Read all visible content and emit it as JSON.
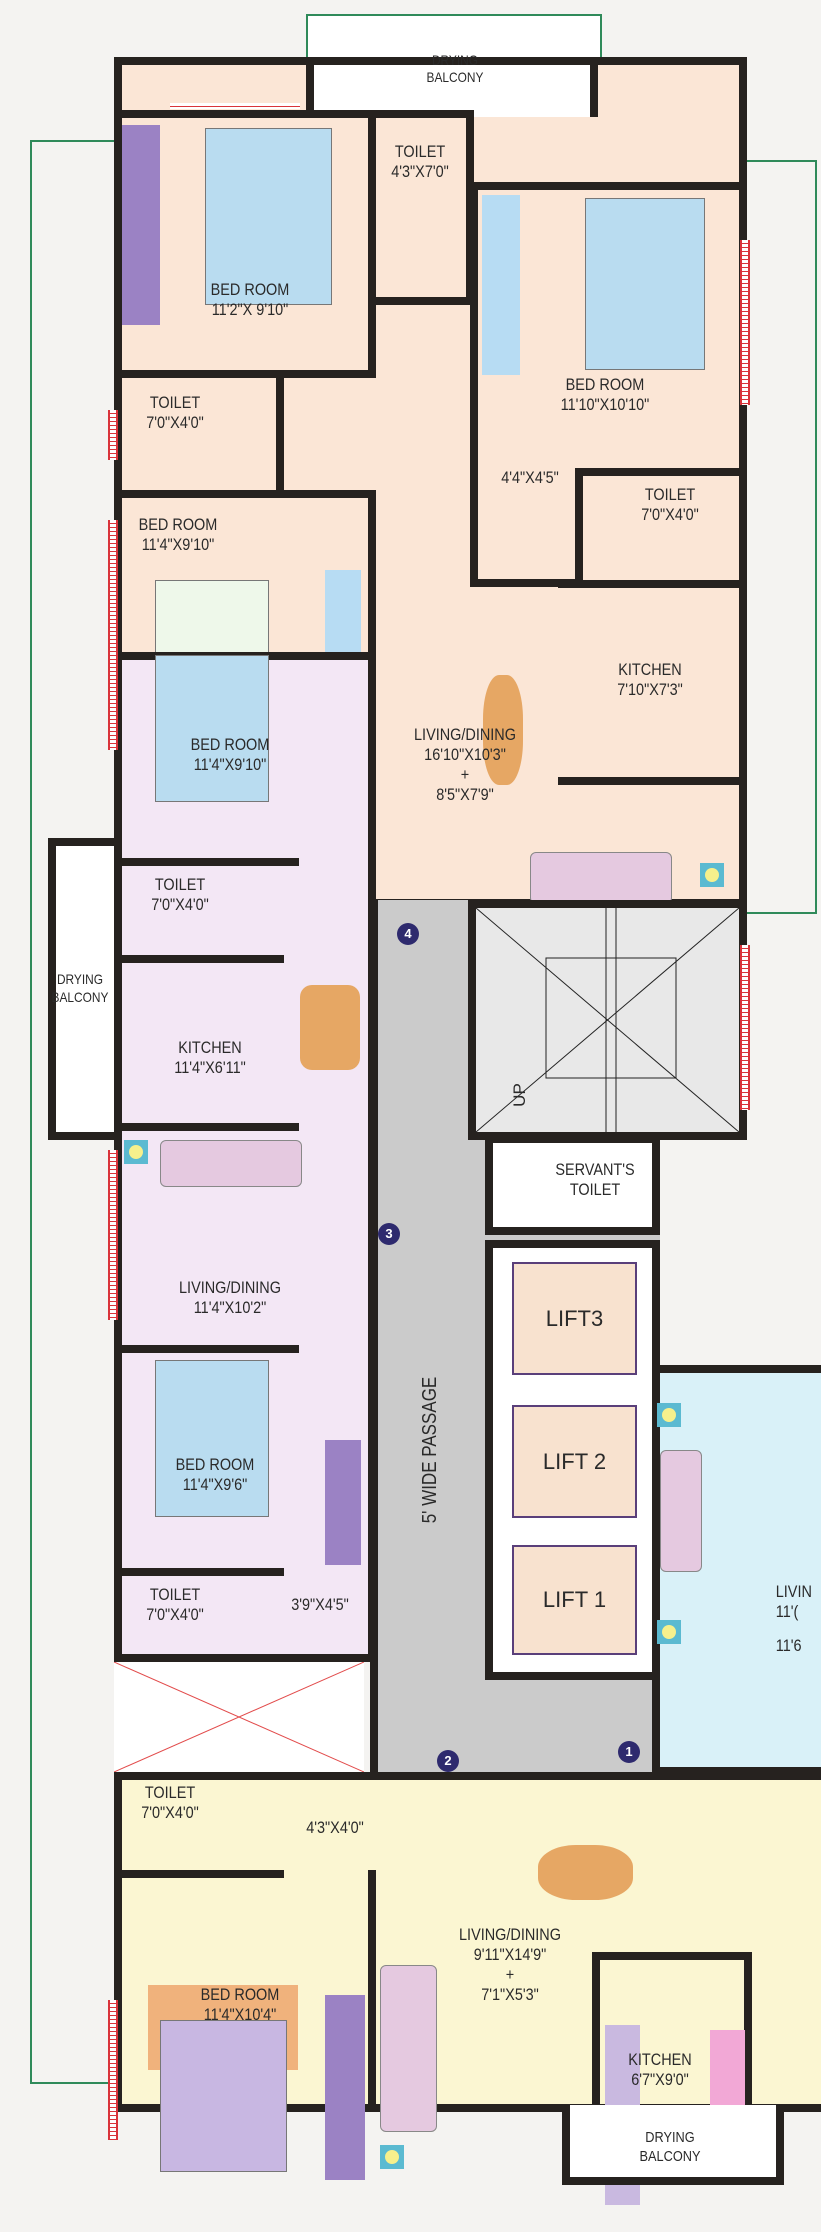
{
  "top_balcony": {
    "line1": "DRYING",
    "line2": "BALCONY"
  },
  "unit_top": {
    "bedroom_1": {
      "name": "BED ROOM",
      "size": "11'2\"X 9'10\""
    },
    "toilet_1": {
      "name": "TOILET",
      "size": "4'3\"X7'0\""
    },
    "toilet_2": {
      "name": "TOILET",
      "size": "7'0\"X4'0\""
    },
    "bedroom_2": {
      "name": "BED ROOM",
      "size": "11'4\"X9'10\""
    },
    "bedroom_3": {
      "name": "BED ROOM",
      "size": "11'10\"X10'10\""
    },
    "lobby": {
      "size": "4'4\"X4'5\""
    },
    "toilet_3": {
      "name": "TOILET",
      "size": "7'0\"X4'0\""
    },
    "kitchen": {
      "name": "KITCHEN",
      "size": "7'10\"X7'3\""
    },
    "living": {
      "name": "LIVING/DINING",
      "size": "16'10\"X10'3\"",
      "plus": "+",
      "size2": "8'5\"X7'9\""
    }
  },
  "unit_left": {
    "bedroom_1": {
      "name": "BED ROOM",
      "size": "11'4\"X9'10\""
    },
    "toilet_1": {
      "name": "TOILET",
      "size": "7'0\"X4'0\""
    },
    "balcony": {
      "line1": "DRYING",
      "line2": "BALCONY"
    },
    "kitchen": {
      "name": "KITCHEN",
      "size": "11'4\"X6'11\""
    },
    "living": {
      "name": "LIVING/DINING",
      "size": "11'4\"X10'2\""
    },
    "bedroom_2": {
      "name": "BED ROOM",
      "size": "11'4\"X9'6\""
    },
    "toilet_2": {
      "name": "TOILET",
      "size": "7'0\"X4'0\""
    },
    "lobby": {
      "size": "3'9\"X4'5\""
    }
  },
  "core": {
    "passage": "5' WIDE PASSAGE",
    "stair_up": "UP",
    "servant_toilet": {
      "line1": "SERVANT'S",
      "line2": "TOILET"
    },
    "lifts": [
      "LIFT3",
      "LIFT 2",
      "LIFT 1"
    ],
    "unit_numbers": [
      "1",
      "2",
      "3",
      "4"
    ]
  },
  "unit_right_partial": {
    "name": "LIVIN",
    "size": "11'(",
    "size2": "11'6"
  },
  "unit_bottom": {
    "toilet": {
      "name": "TOILET",
      "size": "7'0\"X4'0\""
    },
    "lobby": {
      "size": "4'3\"X4'0\""
    },
    "bedroom": {
      "name": "BED ROOM",
      "size": "11'4\"X10'4\""
    },
    "living": {
      "name": "LIVING/DINING",
      "size": "9'11\"X14'9\"",
      "plus": "+",
      "size2": "7'1\"X5'3\""
    },
    "kitchen": {
      "name": "KITCHEN",
      "size": "6'7\"X9'0\""
    },
    "balcony": {
      "line1": "DRYING",
      "line2": "BALCONY"
    }
  },
  "colors": {
    "wall": "#26221f",
    "unit_top": "#fbe6d6",
    "unit_left": "#f3e7f5",
    "unit_bottom": "#fbf6d2",
    "unit_right": "#d9f1f8",
    "passage": "#c9c9c9",
    "window": "#d9333a",
    "outline": "#2f8a5a"
  }
}
